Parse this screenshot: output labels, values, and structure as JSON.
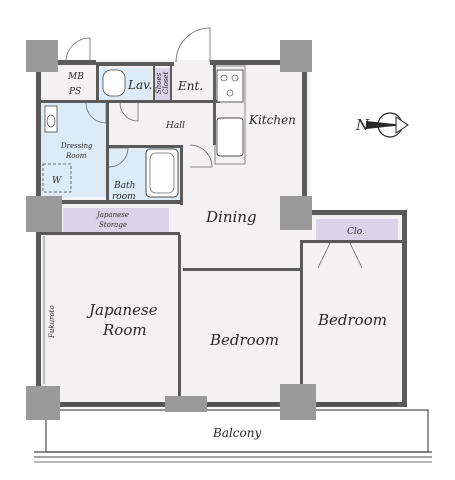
{
  "rooms": {
    "mb_ps_1": "MB",
    "mb_ps_2": "PS",
    "lav": "Lav.",
    "shoes_closet_1": "Shoes",
    "shoes_closet_2": "Closet",
    "entrance": "Ent.",
    "hall": "Hall",
    "kitchen": "Kitchen",
    "dressing_room_1": "Dressing",
    "dressing_room_2": "Room",
    "washer": "W",
    "bath_room_1": "Bath",
    "bath_room_2": "room",
    "japanese_storage_1": "Japanese",
    "japanese_storage_2": "Storage",
    "dining": "Dining",
    "closet": "Clo.",
    "japanese_room_1": "Japanese",
    "japanese_room_2": "Room",
    "bedroom_center": "Bedroom",
    "bedroom_right": "Bedroom",
    "fukuro_toko": "Fukuroto",
    "balcony": "Balcony"
  },
  "compass": {
    "label": "N"
  },
  "colors": {
    "floor": "#f3f1f1",
    "wet_area": "#dcebf6",
    "storage": "#d9d4ea",
    "wall": "#5a5a5a",
    "pillar": "#9a9a9a"
  }
}
